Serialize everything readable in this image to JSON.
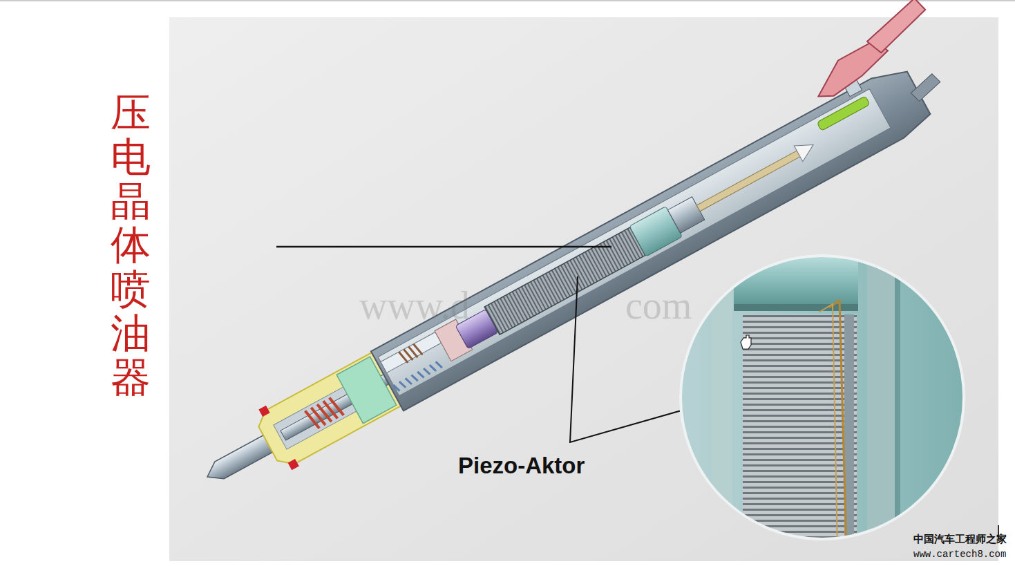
{
  "diagram": {
    "title": "压电晶体喷油器",
    "labels": [
      "Piezo-Aktor",
      "www.d",
      "com",
      "中国汽车工程师之家",
      "www.cartech8.com"
    ]
  }
}
